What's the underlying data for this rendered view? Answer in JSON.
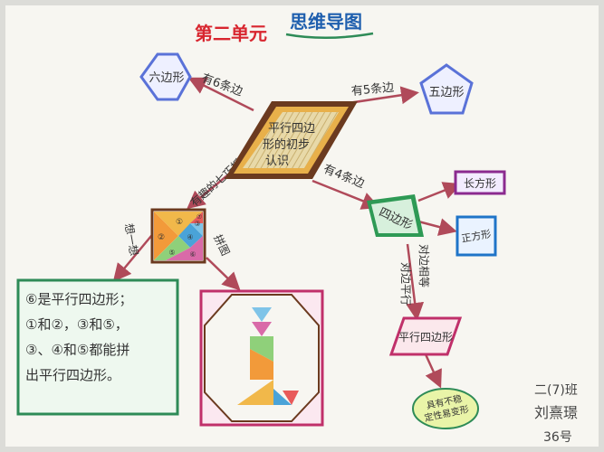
{
  "title": {
    "part1": "第二单元",
    "part2": "思维导图"
  },
  "center": {
    "line1": "平行四边",
    "line2": "形的初步",
    "line3": "认识"
  },
  "hexagon": {
    "label": "六边形",
    "edge": "有6条边"
  },
  "pentagon": {
    "label": "五边形",
    "edge": "有5条边"
  },
  "quad": {
    "label": "四边形",
    "edge": "有4条边"
  },
  "rectangle": {
    "label": "长方形"
  },
  "square": {
    "label": "正方形"
  },
  "tangram": {
    "edge": "有趣的七巧板",
    "branch_left": "想一想",
    "branch_right": "拼图",
    "numbers": [
      "①",
      "②",
      "③",
      "④",
      "⑤",
      "⑥",
      "⑦"
    ]
  },
  "text_box": {
    "lines": [
      "⑥是平行四边形；",
      "①和②，③和⑤，",
      "③、④和⑤都能拼",
      "出平行四边形。"
    ]
  },
  "opposite_sides": {
    "label_left": "对边平行",
    "label_right": "对边相等"
  },
  "parallelogram": {
    "label": "平行四边形"
  },
  "property": {
    "line1": "具有不稳",
    "line2": "定性易变形"
  },
  "signature": {
    "line1": "二(7)班",
    "line2": "刘熹璟",
    "line3": "36号"
  },
  "colors": {
    "paper": "#f7f6f1",
    "title_red": "#d8262f",
    "title_blue": "#1f5fae",
    "hex_blue": "#5a72d8",
    "arrow": "#b04a5a",
    "border_purple": "#8b2a8f",
    "border_brown": "#6b3a1f",
    "square_blue": "#1f74c8",
    "box_green": "#2e8b57"
  }
}
